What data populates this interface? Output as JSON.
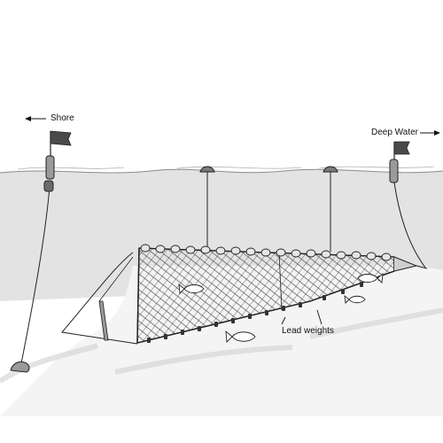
{
  "labels": {
    "shore": "Shore",
    "deep_water": "Deep Water",
    "lead_weights": "Lead weights"
  },
  "colors": {
    "sky": "#ffffff",
    "water": "#e3e3e3",
    "bottom": "#f4f4f4",
    "net": "#333333",
    "outline": "#222222",
    "flag": "#4a4a4a"
  },
  "icons": [
    "shore-arrow-icon",
    "deep-water-arrow-icon",
    "shore-flag-icon",
    "deep-water-flag-icon",
    "float-icon",
    "anchor-icon",
    "fish-icon"
  ]
}
